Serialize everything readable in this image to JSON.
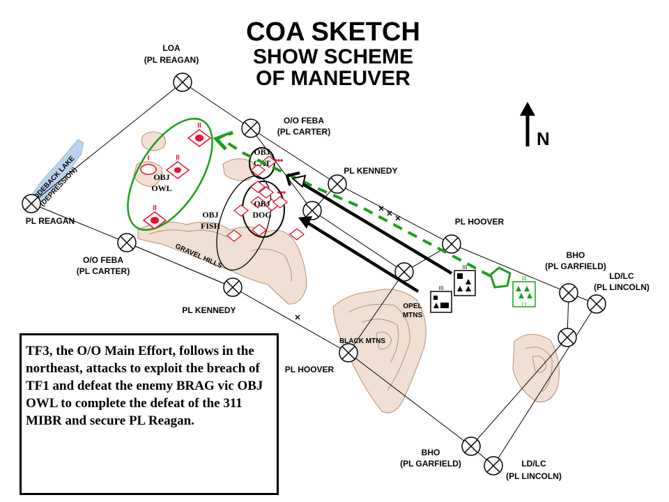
{
  "title": "COA SKETCH",
  "subtitle_line1": "SHOW SCHEME",
  "subtitle_line2": "OF MANEUVER",
  "north_label": "N",
  "labels": {
    "loa": "LOA",
    "loa_pl": "(PL REAGAN)",
    "ofeba_top": "O/O FEBA",
    "ofeba_top_pl": "(PL CARTER)",
    "pl_kennedy_top": "PL KENNEDY",
    "pl_hoover_right": "PL HOOVER",
    "bho_right": "BHO",
    "bho_right_pl": "(PL GARFIELD)",
    "ldlc_right": "LD/LC",
    "ldlc_right_pl": "(PL LINCOLN)",
    "pl_reagan_left": "PL REAGAN",
    "ofeba_left": "O/O FEBA",
    "ofeba_left_pl": "(PL CARTER)",
    "pl_kennedy_bottom": "PL KENNEDY",
    "pl_hoover_bottom": "PL HOOVER",
    "bho_bottom": "BHO",
    "bho_bottom_pl": "(PL GARFIELD)",
    "ldlc_bottom": "LD/LC",
    "ldlc_bottom_pl": "(PL LINCOLN)",
    "cuddeback": "CUDDEBACK LAKE",
    "cuddeback_sub": "(DEPRESSION)",
    "gravel_hills": "GRAVEL HILLS",
    "black_mtns": "BLACK MTNS",
    "opel": "OPEL",
    "opel_sub": "MTNS"
  },
  "objectives": {
    "owl_1": "OBJ",
    "owl_2": "OWL",
    "fish_1": "OBJ",
    "fish_2": "FISH",
    "cat_1": "OBJ",
    "cat_2": "CAT",
    "dog_1": "OBJ",
    "dog_2": "DOG"
  },
  "echelon_marks": {
    "bn": "II",
    "co": "I",
    "unit": "III",
    "minus": "(-)"
  },
  "colors": {
    "main_effort_route": "#1a9e1a",
    "friendly_unit": "#1a9e1a",
    "enemy": "#e8102a",
    "terrain_fill": "#f0dfd2",
    "terrain_contour": "#b98d74",
    "lake": "#b9d3ec"
  },
  "narrative": "TF3, the O/O Main Effort, follows in the northeast, attacks to exploit the breach of TF1 and defeat the enemy BRAG vic OBJ OWL to complete the defeat of the 311 MIBR and secure PL Reagan."
}
